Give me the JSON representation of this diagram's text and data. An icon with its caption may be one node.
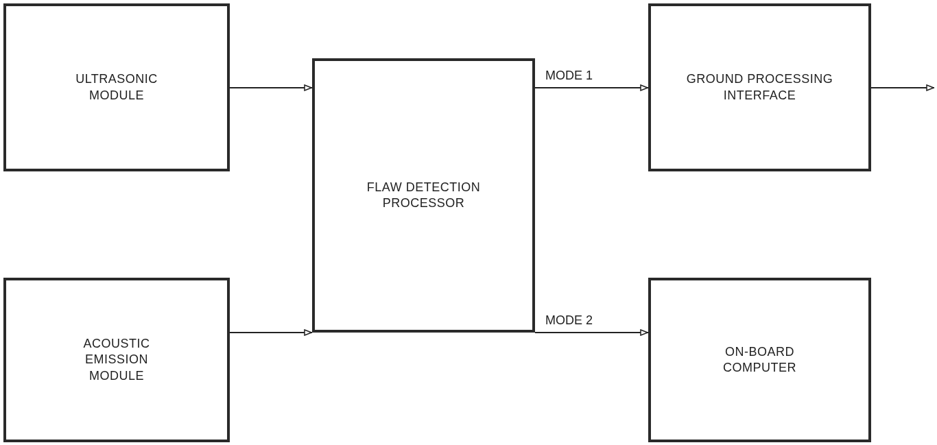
{
  "diagram": {
    "nodes": [
      {
        "text": [
          "ULTRASONIC MODULE"
        ]
      },
      {
        "text": [
          "ACOUSTIC EMISSION MODULE"
        ]
      },
      {
        "text": [
          "FLAW DETECTION PROCESSOR"
        ]
      },
      {
        "text": [
          "GROUND PROCESSING INTERFACE"
        ]
      },
      {
        "text": [
          "ON-BOARD COMPUTER"
        ]
      }
    ],
    "edges": [
      {
        "from": 0,
        "to": 2,
        "arrow": "to"
      },
      {
        "from": 1,
        "to": 2,
        "arrow": "to"
      },
      {
        "from": 2,
        "to": 3,
        "arrow": "to",
        "label": "MODE 1"
      },
      {
        "from": 2,
        "to": 4,
        "arrow": "to",
        "label": "MODE 2"
      },
      {
        "from": 3,
        "to": null,
        "arrow": "to"
      }
    ]
  }
}
